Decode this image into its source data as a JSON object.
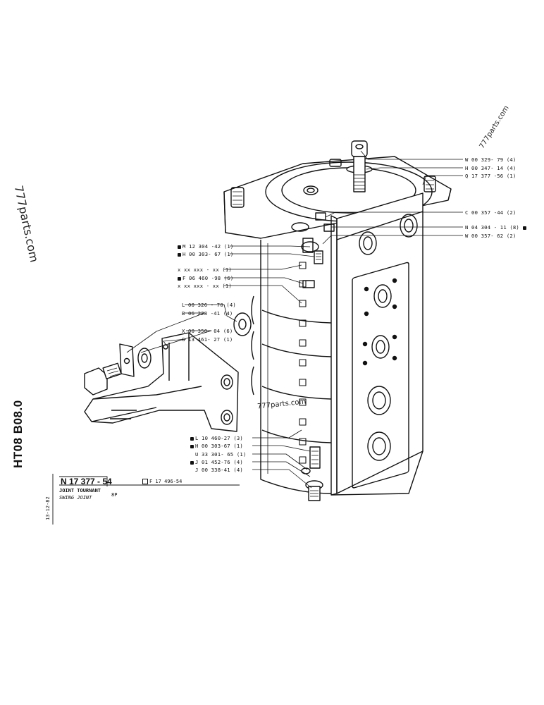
{
  "watermarks": {
    "left": "777parts.com",
    "right": "777parts.com",
    "center": "777parts.com"
  },
  "title_block": {
    "reference": "HT08 B08.0",
    "date": "13-12-82",
    "part_number": "N 17 377 - 54",
    "name_fr": "JOINT TOURNANT",
    "name_en": "SWING JOINT",
    "quantity": "8P",
    "alt_part": "F 17 496-54"
  },
  "callouts": [
    {
      "id": "c1",
      "text": "W 00 329- 79 (4)",
      "marked": false
    },
    {
      "id": "c2",
      "text": "H 00 347- 14 (4)",
      "marked": false
    },
    {
      "id": "c3",
      "text": "Q 17 377 -56 (1)",
      "marked": false
    },
    {
      "id": "c4",
      "text": "C 00 357 -44 (2)",
      "marked": false
    },
    {
      "id": "c5",
      "text": "N 04 304 - 11 (8)",
      "marked": true
    },
    {
      "id": "c6",
      "text": "W 00 357- 62 (2)",
      "marked": false
    },
    {
      "id": "c7",
      "text": "M 12 304 -42 (1)",
      "marked": true
    },
    {
      "id": "c8",
      "text": "H 00 303- 67 (1)",
      "marked": true
    },
    {
      "id": "c9",
      "text": "x xx xxx - xx (1)",
      "marked": false
    },
    {
      "id": "c10",
      "text": "F 06 460 -98 (6)",
      "marked": true
    },
    {
      "id": "c11",
      "text": "x xx xxx - xx (1)",
      "marked": false
    },
    {
      "id": "c12",
      "text": "L 00 326 - 70 (4)",
      "marked": false
    },
    {
      "id": "c13",
      "text": "B 06 228 -41 (4)",
      "marked": false
    },
    {
      "id": "c14",
      "text": "X 00 350- 04 (6)",
      "marked": false
    },
    {
      "id": "c15",
      "text": "G 13 461- 27 (1)",
      "marked": false
    },
    {
      "id": "c16",
      "text": "L 10 460-27 (3)",
      "marked": true
    },
    {
      "id": "c17",
      "text": "H 00 303-67 (1)",
      "marked": true
    },
    {
      "id": "c18",
      "text": "U 33 301- 65 (1)",
      "marked": false
    },
    {
      "id": "c19",
      "text": "J 01 452-76 (4)",
      "marked": true
    },
    {
      "id": "c20",
      "text": "J 00 338-41 (4)",
      "marked": false
    }
  ]
}
